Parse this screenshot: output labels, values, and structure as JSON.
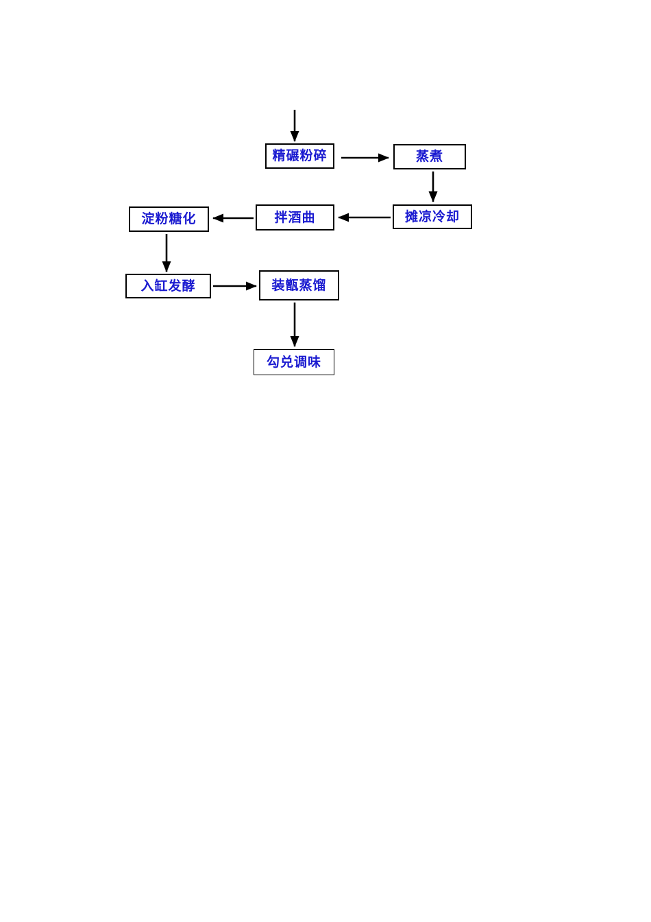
{
  "page": {
    "background_color": "#ffffff"
  },
  "diagram": {
    "type": "flowchart",
    "text_color": "#1a1ad0",
    "box_border_color": "#000000",
    "arrow_color": "#000000",
    "nodes": [
      {
        "id": "crush",
        "label": "精碾粉碎"
      },
      {
        "id": "steam",
        "label": "蒸煮"
      },
      {
        "id": "cool",
        "label": "摊凉冷却"
      },
      {
        "id": "mix-yeast",
        "label": "拌酒曲"
      },
      {
        "id": "saccharify",
        "label": "淀粉糖化"
      },
      {
        "id": "ferment",
        "label": "入缸发酵"
      },
      {
        "id": "distill",
        "label": "装甑蒸馏"
      },
      {
        "id": "blend",
        "label": "勾兑调味"
      }
    ],
    "edges": [
      {
        "from": "(start)",
        "to": "精碾粉碎",
        "direction": "down"
      },
      {
        "from": "精碾粉碎",
        "to": "蒸煮",
        "direction": "right"
      },
      {
        "from": "蒸煮",
        "to": "摊凉冷却",
        "direction": "down"
      },
      {
        "from": "摊凉冷却",
        "to": "拌酒曲",
        "direction": "left"
      },
      {
        "from": "拌酒曲",
        "to": "淀粉糖化",
        "direction": "left"
      },
      {
        "from": "淀粉糖化",
        "to": "入缸发酵",
        "direction": "down"
      },
      {
        "from": "入缸发酵",
        "to": "装甑蒸馏",
        "direction": "right"
      },
      {
        "from": "装甑蒸馏",
        "to": "勾兑调味",
        "direction": "down"
      }
    ]
  }
}
